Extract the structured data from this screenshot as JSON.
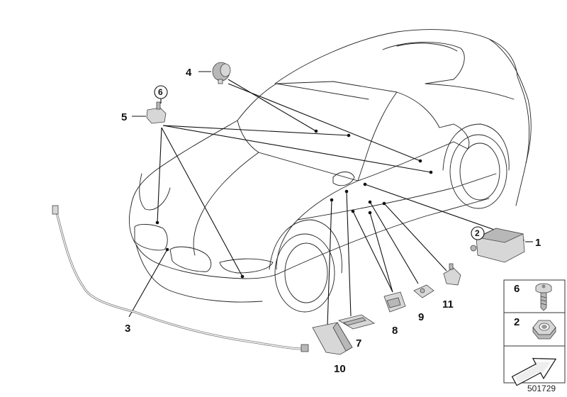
{
  "callouts": {
    "c1": "1",
    "c2": "2",
    "c3": "3",
    "c4": "4",
    "c5": "5",
    "c6": "6",
    "c7": "7",
    "c8": "8",
    "c9": "9",
    "c10": "10",
    "c11": "11"
  },
  "legend": {
    "item_a": "6",
    "item_b": "2"
  },
  "diagram_number": "501729"
}
